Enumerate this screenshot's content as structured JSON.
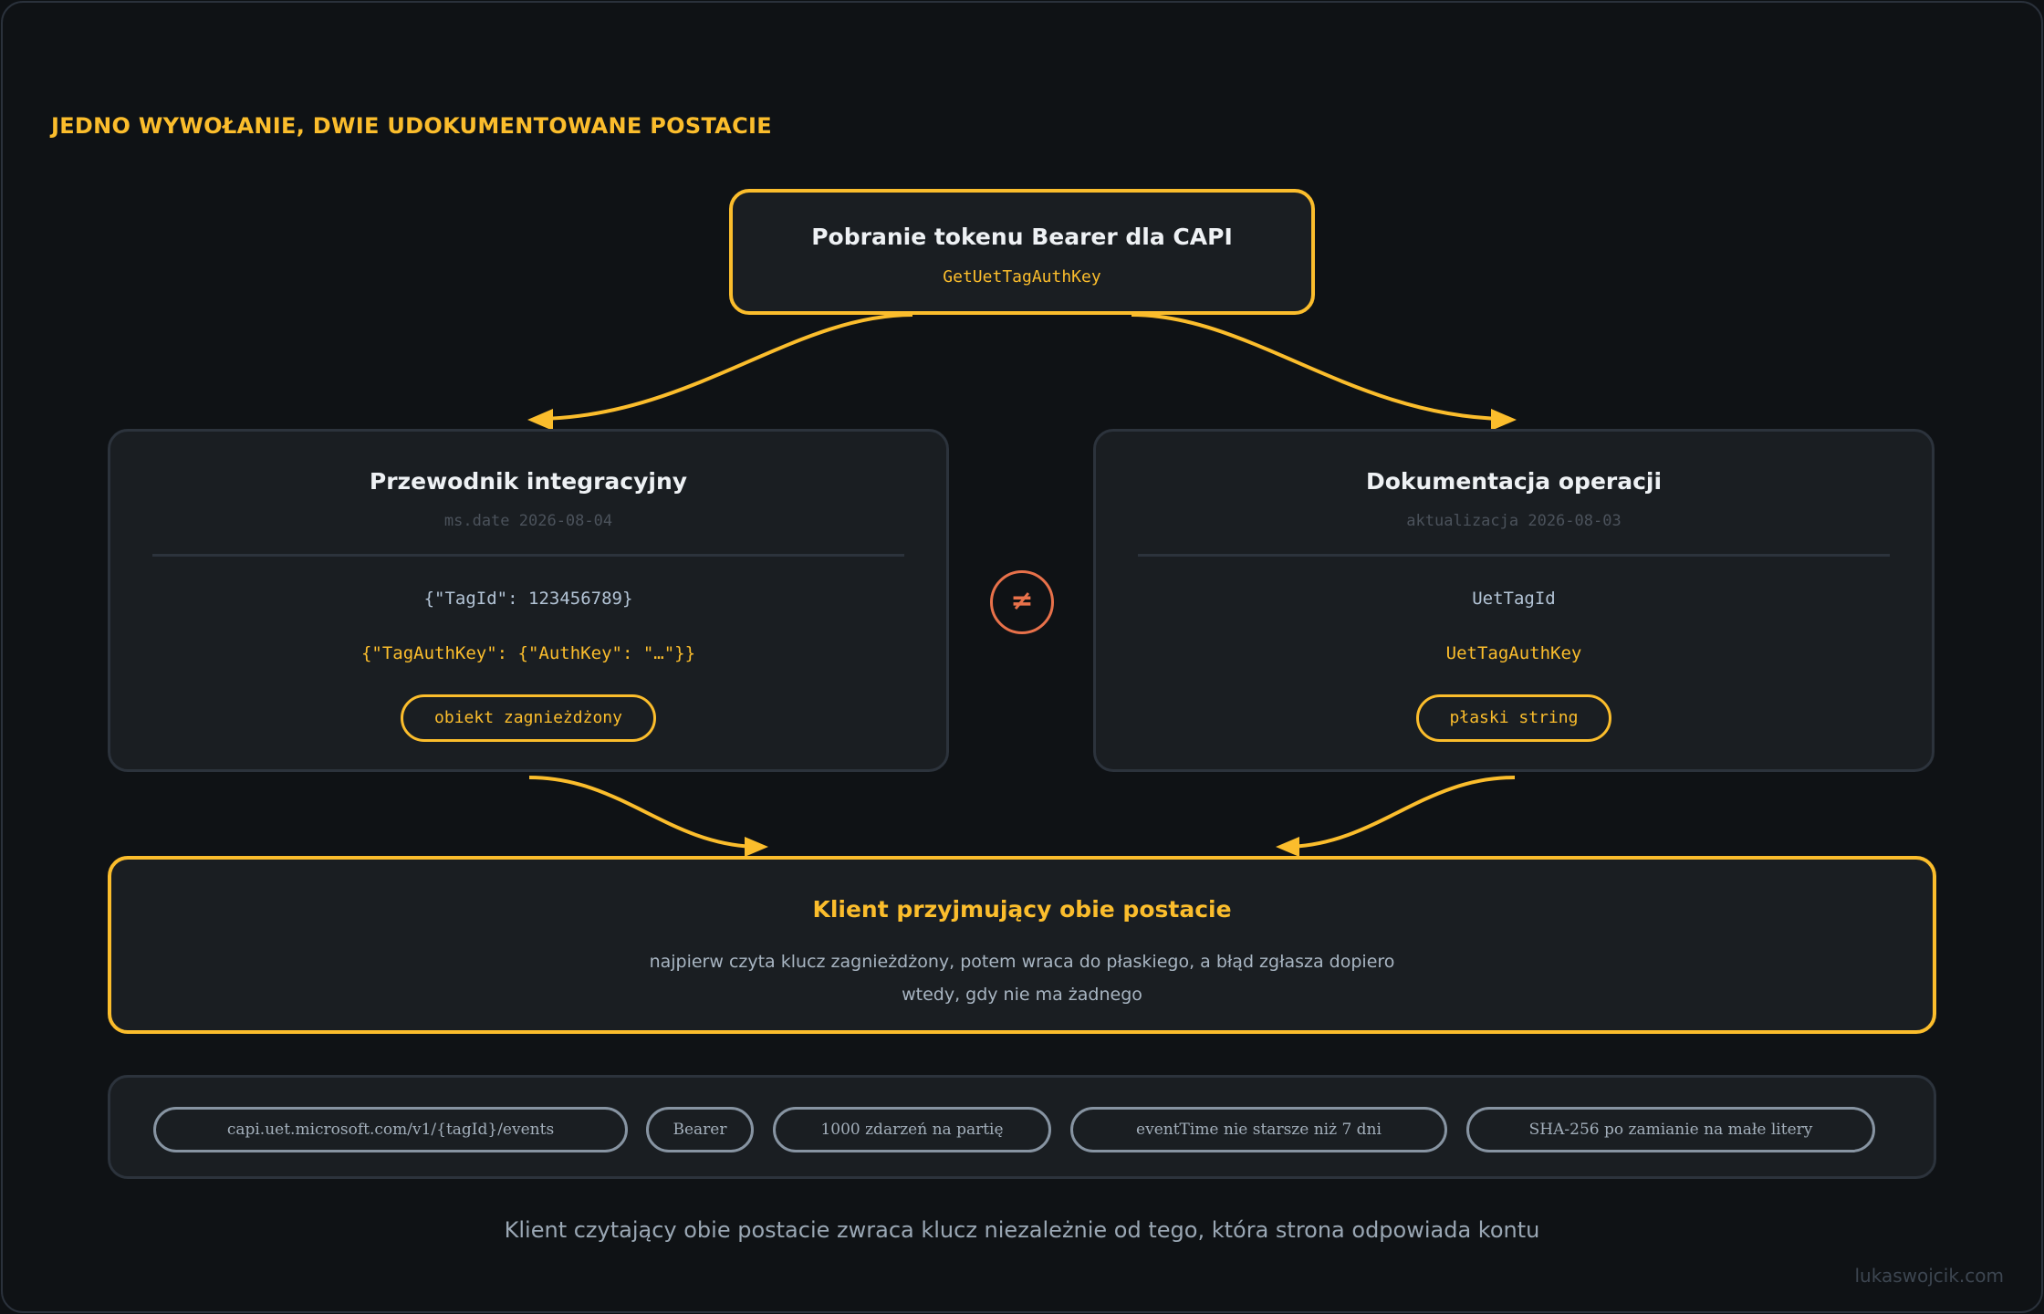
{
  "heading": "JEDNO WYWOŁANIE, DWIE UDOKUMENTOWANE POSTACIE",
  "top_box": {
    "title": "Pobranie tokenu Bearer dla CAPI",
    "operation": "GetUetTagAuthKey"
  },
  "left_panel": {
    "title": "Przewodnik integracyjny",
    "date": "ms.date 2026-08-04",
    "line1": "{\"TagId\": 123456789}",
    "line2": "{\"TagAuthKey\": {\"AuthKey\": \"…\"}}",
    "badge": "obiekt zagnieżdżony"
  },
  "right_panel": {
    "title": "Dokumentacja operacji",
    "date": "aktualizacja 2026-08-03",
    "line1": "UetTagId",
    "line2": "UetTagAuthKey",
    "badge": "płaski string"
  },
  "not_equal_symbol": "≠",
  "client": {
    "title": "Klient przyjmujący obie postacie",
    "description_line1": "najpierw czyta klucz zagnieżdżony, potem wraca do płaskiego, a błąd zgłasza dopiero",
    "description_line2": "wtedy, gdy nie ma żadnego"
  },
  "chips": [
    "capi.uet.microsoft.com/v1/{tagId}/events",
    "Bearer",
    "1000 zdarzeń na partię",
    "eventTime nie starsze niż 7 dni",
    "SHA-256 po zamianie na małe litery"
  ],
  "caption": "Klient czytający obie postacie zwraca klucz niezależnie od tego, która strona odpowiada kontu",
  "watermark": "lukaswojcik.com",
  "colors": {
    "accent": "#fbbd2c",
    "background": "#0f1215",
    "card": "#1a1e22",
    "mismatch": "#e8714a"
  }
}
